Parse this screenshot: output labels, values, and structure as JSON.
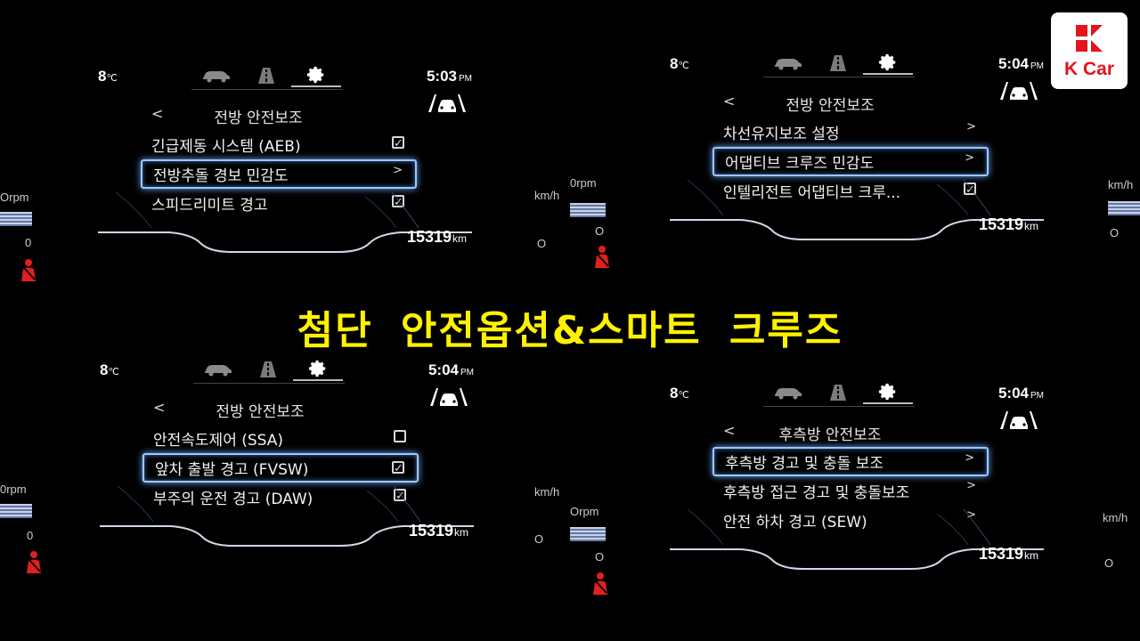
{
  "headline": "첨단 안전옵션&스마트 크루즈",
  "logo": {
    "text": "K Car"
  },
  "side_labels": {
    "rpm": "Orpm",
    "rpm_alt": "0rpm",
    "speed": "km/h",
    "zero": "0",
    "zero_alt": "O"
  },
  "panels": [
    {
      "temp": "8",
      "temp_unit": "℃",
      "time": "5:03",
      "ampm": "PM",
      "menu_title": "전방 안전보조",
      "odometer": "15319",
      "odo_unit": "km",
      "items": [
        {
          "label": "긴급제동 시스템 (AEB)",
          "mark": "check"
        },
        {
          "label": "전방추돌 경보 민감도",
          "mark": "chevron",
          "selected": true
        },
        {
          "label": "스피드리미트 경고",
          "mark": "check"
        }
      ]
    },
    {
      "temp": "8",
      "temp_unit": "℃",
      "time": "5:04",
      "ampm": "PM",
      "menu_title": "전방 안전보조",
      "odometer": "15319",
      "odo_unit": "km",
      "items": [
        {
          "label": "차선유지보조 설정",
          "mark": "chevron"
        },
        {
          "label": "어댑티브 크루즈 민감도",
          "mark": "chevron",
          "selected": true
        },
        {
          "label": "인텔리전트 어댑티브 크루...",
          "mark": "check"
        }
      ]
    },
    {
      "temp": "8",
      "temp_unit": "℃",
      "time": "5:04",
      "ampm": "PM",
      "menu_title": "전방 안전보조",
      "odometer": "15319",
      "odo_unit": "km",
      "items": [
        {
          "label": "안전속도제어 (SSA)",
          "mark": "box"
        },
        {
          "label": "앞차 출발 경고 (FVSW)",
          "mark": "check",
          "selected": true
        },
        {
          "label": "부주의 운전 경고 (DAW)",
          "mark": "check"
        }
      ]
    },
    {
      "temp": "8",
      "temp_unit": "℃",
      "time": "5:04",
      "ampm": "PM",
      "menu_title": "후측방 안전보조",
      "odometer": "15319",
      "odo_unit": "km",
      "items": [
        {
          "label": "후측방 경고 및 충돌 보조",
          "mark": "chevron",
          "selected": true
        },
        {
          "label": "후측방 접근 경고 및 충돌보조",
          "mark": "chevron"
        },
        {
          "label": "안전 하차 경고 (SEW)",
          "mark": "chevron"
        }
      ]
    }
  ],
  "colors": {
    "headline": "#fff200",
    "selection": "#9fc7ff",
    "logo_red": "#e3141d",
    "belt_red": "#e0201f"
  }
}
